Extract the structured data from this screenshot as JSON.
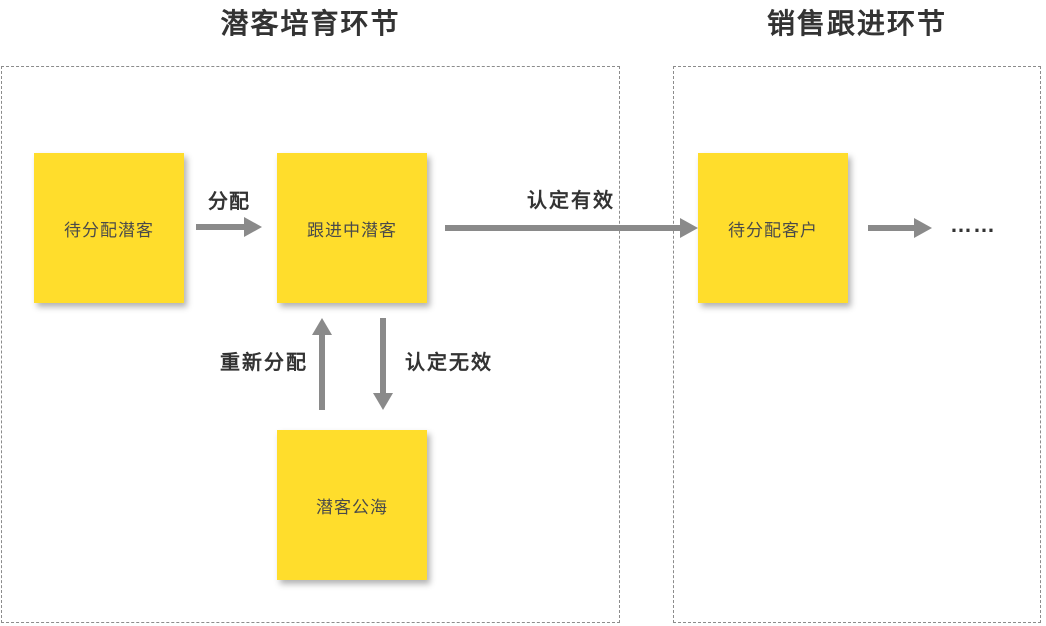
{
  "left_section": {
    "title": "潜客培育环节",
    "nodes": {
      "pending_leads": {
        "label": "待分配潜客"
      },
      "following_leads": {
        "label": "跟进中潜客"
      },
      "lead_pool": {
        "label": "潜客公海"
      }
    },
    "arrow_labels": {
      "assign": "分配",
      "reassign": "重新分配",
      "invalid": "认定无效"
    }
  },
  "cross_flow": {
    "valid_label": "认定有效"
  },
  "right_section": {
    "title": "销售跟进环节",
    "nodes": {
      "pending_customers": {
        "label": "待分配客户"
      }
    },
    "continuation": "……"
  },
  "colors": {
    "node_fill": "#FFDD2C",
    "arrow": "#8A8A8A",
    "node_text": "#4A4A4A",
    "title_text": "#333333",
    "dashed_border": "#8C8C8C"
  }
}
